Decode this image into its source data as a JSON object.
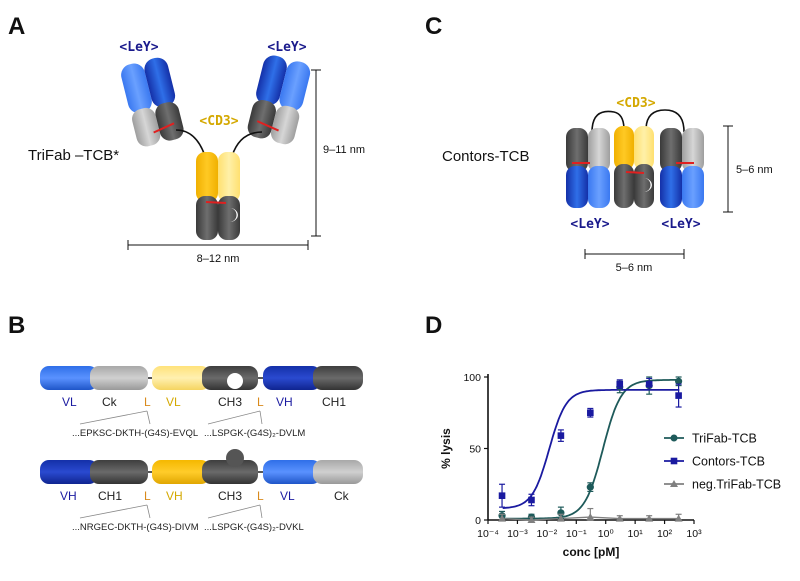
{
  "panels": {
    "A": {
      "letter": "A",
      "name": "TriFab –TCB*",
      "ley_label": "<LeY>",
      "cd3_label": "<CD3>",
      "height_dim": "9–11 nm",
      "width_dim": "8–12 nm"
    },
    "B": {
      "letter": "B",
      "row1": {
        "domains": [
          "VL",
          "Ck",
          "L",
          "VL",
          "CH3",
          "L",
          "VH",
          "CH1"
        ],
        "linker1_seq": "...EPKSC-DKTH-(G4S)-EVQL",
        "linker2_seq": "...LSPGK-(G4S)₂-DVLM"
      },
      "row2": {
        "domains": [
          "VH",
          "CH1",
          "L",
          "VH",
          "CH3",
          "L",
          "VL",
          "Ck"
        ],
        "linker1_seq": "...NRGEC-DKTH-(G4S)-DIVM",
        "linker2_seq": "...LSPGK-(G4S)₂-DVKL"
      }
    },
    "C": {
      "letter": "C",
      "name": "Contors-TCB",
      "ley_label": "<LeY>",
      "cd3_label": "<CD3>",
      "height_dim": "5–6 nm",
      "width_dim": "5–6 nm"
    },
    "D": {
      "letter": "D"
    }
  },
  "colors": {
    "trifab": "#1e5a5a",
    "contors": "#1a1aa0",
    "neg": "#808080",
    "ley_text": "#1a1a8c",
    "cd3_text": "#d4a800",
    "light_blue": "#2f6fe8",
    "dark_blue": "#1730b0",
    "yellow_light": "#ffe27a",
    "yellow": "#f5b800",
    "gray_light": "#bdbdbd",
    "gray_dark": "#5a5a5a",
    "linker_orange": "#d98a1c"
  },
  "chart_data": {
    "type": "scatter",
    "title": "",
    "xlabel": "conc [pM]",
    "ylabel": "% lysis",
    "xscale": "log",
    "xlim": [
      0.0001,
      1000
    ],
    "ylim": [
      0,
      100
    ],
    "xticks": [
      "10⁻⁴",
      "10⁻³",
      "10⁻²",
      "10⁻¹",
      "10⁰",
      "10¹",
      "10²",
      "10³"
    ],
    "yticks": [
      "0",
      "50",
      "100"
    ],
    "legend_position": "right",
    "series": [
      {
        "name": "TriFab-TCB",
        "marker": "circle",
        "x": [
          0.0003,
          0.003,
          0.03,
          0.3,
          3,
          30,
          300
        ],
        "y": [
          3,
          2,
          5,
          23,
          93,
          94,
          97
        ],
        "err": [
          3,
          2,
          4,
          3,
          4,
          6,
          3
        ],
        "fit": {
          "bottom": 1,
          "top": 98,
          "ec50": 0.8,
          "hill": 1.4
        }
      },
      {
        "name": "Contors-TCB",
        "marker": "square",
        "x": [
          0.0003,
          0.003,
          0.03,
          0.3,
          3,
          30,
          300
        ],
        "y": [
          17,
          14,
          59,
          75,
          95,
          95,
          87
        ],
        "err": [
          8,
          4,
          4,
          3,
          3,
          4,
          8
        ],
        "fit": {
          "bottom": 8,
          "top": 91,
          "ec50": 0.012,
          "hill": 1.5
        }
      },
      {
        "name": "neg.TriFab-TCB",
        "marker": "triangle",
        "x": [
          0.0003,
          0.003,
          0.03,
          0.3,
          3,
          30,
          300
        ],
        "y": [
          1,
          0,
          1,
          2,
          1,
          1,
          1
        ],
        "err": [
          3,
          2,
          3,
          6,
          2,
          2,
          3
        ],
        "fit": null
      }
    ]
  }
}
